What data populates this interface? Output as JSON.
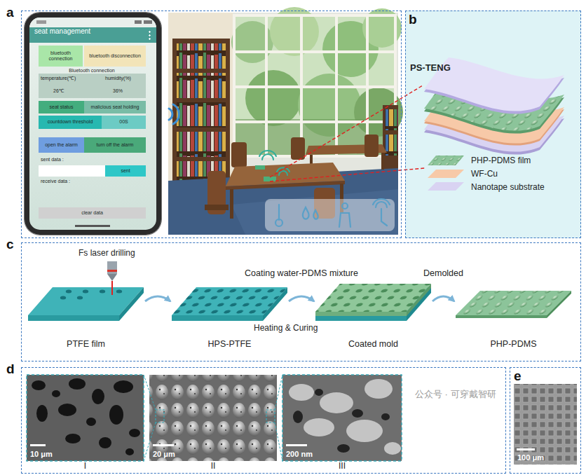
{
  "diagram": {
    "nodes": [
      {
        "text": [
          "a"
        ]
      },
      {
        "text": [
          "seat management"
        ],
        "in": 0
      },
      {
        "text": [
          "bluetooth connection"
        ],
        "in": 1
      },
      {
        "text": [
          "bluetooth disconnection"
        ],
        "in": 1
      },
      {
        "text": [
          "seat status"
        ],
        "in": 1
      },
      {
        "text": [
          "malicious seat holding"
        ],
        "in": 1
      },
      {
        "text": [
          "countdown threshold"
        ],
        "in": 1
      },
      {
        "text": [
          "00S"
        ],
        "in": 1
      },
      {
        "text": [
          "open the alarm"
        ],
        "in": 1
      },
      {
        "text": [
          "turn off the alarm"
        ],
        "in": 1
      },
      {
        "text": [
          "sent"
        ],
        "in": 1
      },
      {
        "text": [
          "clear data"
        ],
        "in": 1
      },
      {
        "text": [
          "b"
        ]
      },
      {
        "text": [
          "c"
        ]
      },
      {
        "text": [
          "PTFE film"
        ],
        "in": 13
      },
      {
        "text": [
          "HPS-PTFE"
        ],
        "in": 13
      },
      {
        "text": [
          "Coated mold"
        ],
        "in": 13
      },
      {
        "text": [
          "PHP-PDMS"
        ],
        "in": 13
      },
      {
        "text": [
          "d"
        ]
      },
      {
        "text": [
          "10 μm",
          "I"
        ],
        "in": 18
      },
      {
        "text": [
          "20 μm",
          "II"
        ],
        "in": 18
      },
      {
        "text": [
          "200 nm",
          "III"
        ],
        "in": 18
      },
      {
        "text": [
          "e"
        ]
      },
      {
        "text": [
          "100 μm"
        ],
        "in": 22
      }
    ],
    "edges": [
      {
        "from": 14,
        "to": 15,
        "arrow": "to"
      },
      {
        "from": 15,
        "to": 16,
        "label": "Coating water-PDMS mixture",
        "arrow": "to"
      },
      {
        "from": 16,
        "to": 17,
        "label": "Demolded",
        "arrow": "to"
      }
    ],
    "labels": [
      "Bluetooth connection",
      "temperature(℃)",
      "humidity(%)",
      "26℃",
      "36%",
      "sent data :",
      "receive data :",
      "PS-TENG",
      "PHP-PDMS film",
      "WF-Cu",
      "Nanotape substrate",
      "Fs laser drilling",
      "Heating & Curing",
      "公众号 · 可穿戴智研"
    ]
  }
}
